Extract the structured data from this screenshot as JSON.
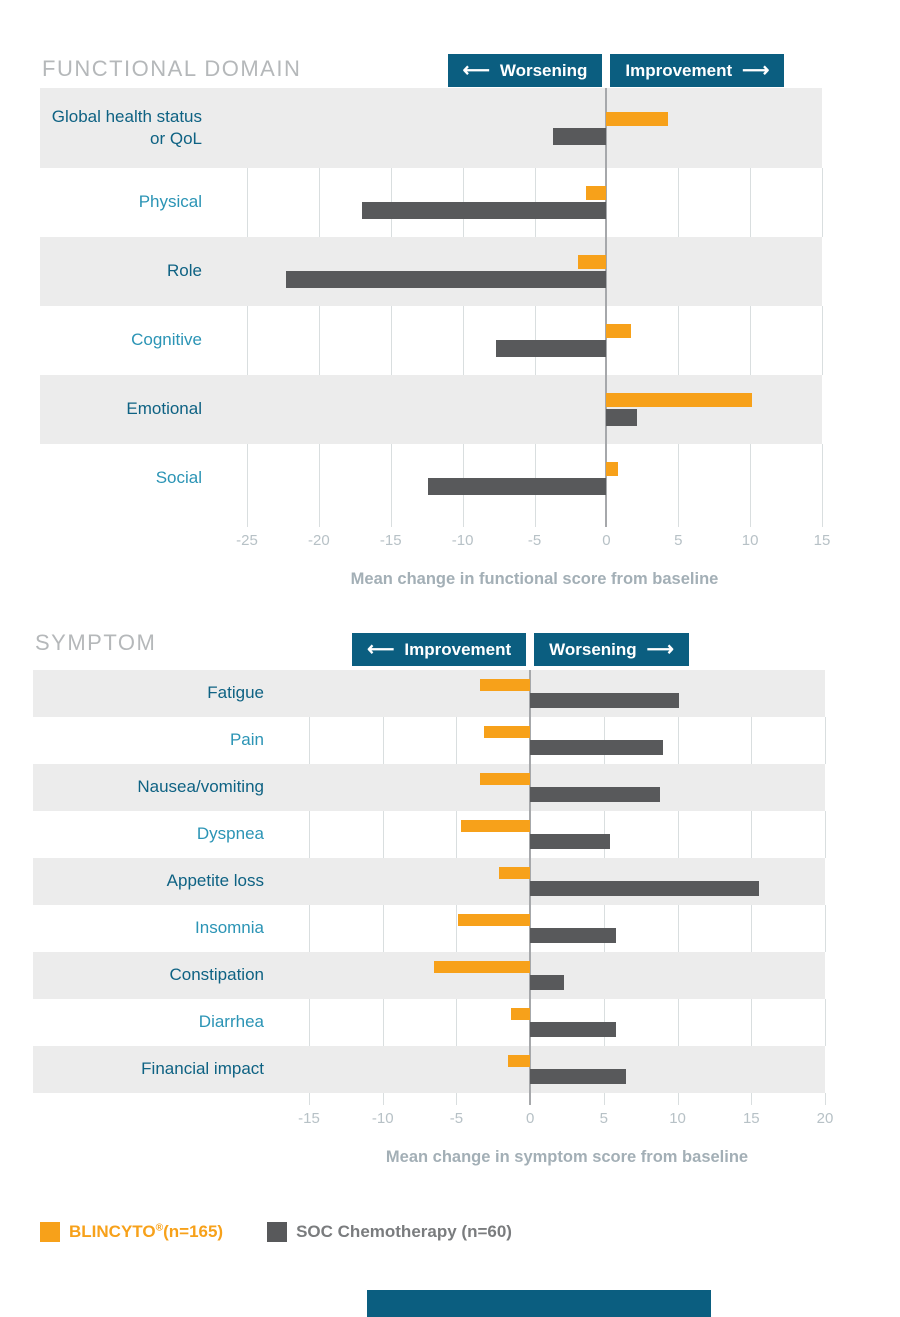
{
  "colors": {
    "blincyto_orange": "#F7A11A",
    "soc_gray": "#58595B",
    "header_blue": "#0B5E80",
    "stripe_gray": "#ECECEC",
    "title_gray": "#B5B8BA",
    "axis_title_gray": "#A3AFB6",
    "tick_gray": "#B7C1C6",
    "gridline": "#D9DEDF",
    "category_label_dark": "#0E6283",
    "category_label_light": "#2B94B5",
    "legend_soc_text": "#7A7C7E"
  },
  "icons": {
    "arrow_left": "⟵",
    "arrow_right": "⟶"
  },
  "chart_data": [
    {
      "type": "bar",
      "orientation": "horizontal",
      "title": "FUNCTIONAL DOMAIN",
      "direction": {
        "left": "Worsening",
        "right": "Improvement"
      },
      "categories": [
        "Global health status or QoL",
        "Physical",
        "Role",
        "Cognitive",
        "Emotional",
        "Social"
      ],
      "series": [
        {
          "name": "BLINCYTO (n=165)",
          "color": "#F7A11A",
          "values": [
            4.3,
            -1.4,
            -2.0,
            1.7,
            10.1,
            0.8
          ]
        },
        {
          "name": "SOC Chemotherapy (n=60)",
          "color": "#58595B",
          "values": [
            -3.7,
            -17.0,
            -22.3,
            -7.7,
            2.1,
            -12.4
          ]
        }
      ],
      "xlabel": "Mean change in functional score from baseline",
      "xlim": [
        -25,
        15
      ],
      "xticks": [
        -25,
        -20,
        -15,
        -10,
        -5,
        0,
        5,
        10,
        15
      ],
      "grid": "vertical, on alternating white rows",
      "legend_position": "bottom"
    },
    {
      "type": "bar",
      "orientation": "horizontal",
      "title": "SYMPTOM",
      "direction": {
        "left": "Improvement",
        "right": "Worsening"
      },
      "categories": [
        "Fatigue",
        "Pain",
        "Nausea/vomiting",
        "Dyspnea",
        "Appetite loss",
        "Insomnia",
        "Constipation",
        "Diarrhea",
        "Financial impact"
      ],
      "series": [
        {
          "name": "BLINCYTO (n=165)",
          "color": "#F7A11A",
          "values": [
            -3.4,
            -3.1,
            -3.4,
            -4.7,
            -2.1,
            -4.9,
            -6.5,
            -1.3,
            -1.5
          ]
        },
        {
          "name": "SOC Chemotherapy (n=60)",
          "color": "#58595B",
          "values": [
            10.1,
            9.0,
            8.8,
            5.4,
            15.5,
            5.8,
            2.3,
            5.8,
            6.5
          ]
        }
      ],
      "xlabel": "Mean change in symptom score from baseline",
      "xlim": [
        -15,
        20
      ],
      "xticks": [
        -15,
        -10,
        -5,
        0,
        5,
        10,
        15,
        20
      ],
      "grid": "vertical, on alternating white rows",
      "legend_position": "bottom"
    }
  ],
  "legend": {
    "items": [
      {
        "brand": "BLINCYTO",
        "mark": "®",
        "count": "(n=165)",
        "color": "#F7A11A",
        "text_color": "#F7A11A"
      },
      {
        "label": "SOC Chemotherapy (n=60)",
        "color": "#58595B",
        "text_color": "#7A7C7E"
      }
    ]
  }
}
